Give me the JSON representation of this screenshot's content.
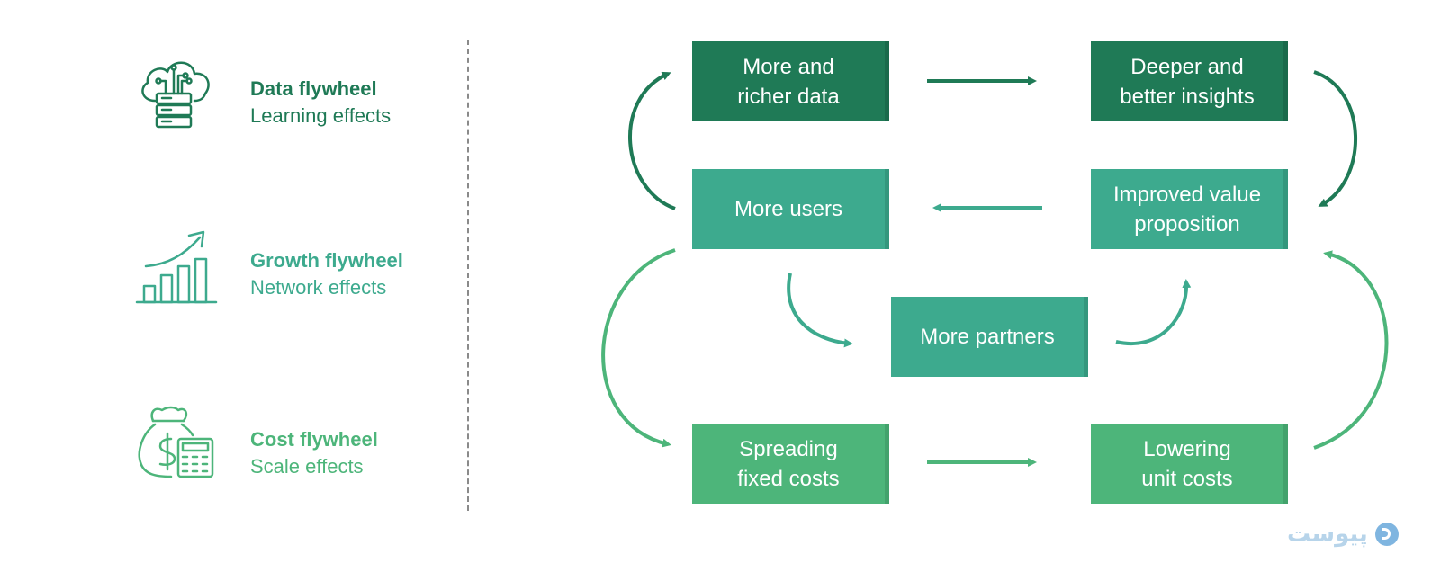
{
  "legend": [
    {
      "title": "Data flywheel",
      "subtitle": "Learning effects",
      "icon": "cloud-server-icon",
      "color": "#1f7a56"
    },
    {
      "title": "Growth flywheel",
      "subtitle": "Network effects",
      "icon": "growth-chart-icon",
      "color": "#3daa8e"
    },
    {
      "title": "Cost flywheel",
      "subtitle": "Scale effects",
      "icon": "money-bag-calculator-icon",
      "color": "#4db57a"
    }
  ],
  "nodes": {
    "more_data": "More and\nricher data",
    "deeper_insights": "Deeper and\nbetter insights",
    "more_users": "More users",
    "improved_value": "Improved value\nproposition",
    "more_partners": "More partners",
    "spreading_costs": "Spreading\nfixed costs",
    "lowering_costs": "Lowering\nunit costs"
  },
  "colors": {
    "dark": "#1f7a56",
    "mid": "#3daa8e",
    "light": "#4db57a"
  },
  "watermark": {
    "text": "پیوست"
  }
}
